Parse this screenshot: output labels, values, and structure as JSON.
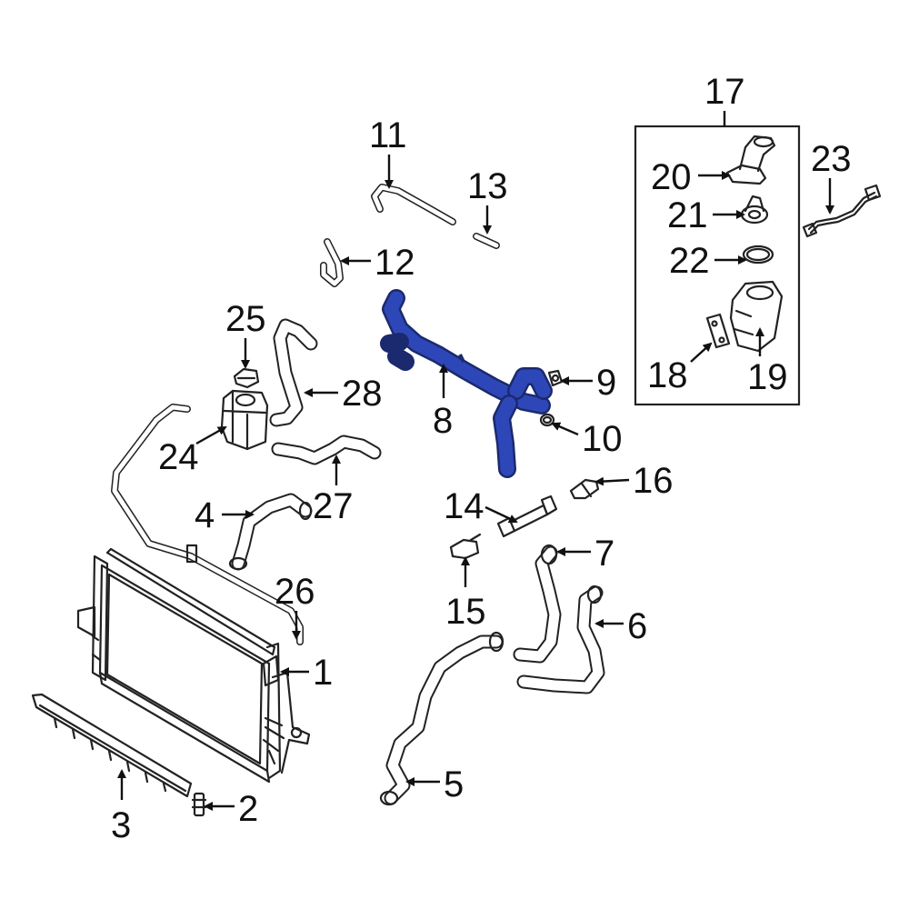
{
  "highlight_color": "#2e47b8",
  "callouts": {
    "c1": "1",
    "c2": "2",
    "c3": "3",
    "c4": "4",
    "c5": "5",
    "c6": "6",
    "c7": "7",
    "c8": "8",
    "c9": "9",
    "c10": "10",
    "c11": "11",
    "c12": "12",
    "c13": "13",
    "c14": "14",
    "c15": "15",
    "c16": "16",
    "c17": "17",
    "c18": "18",
    "c19": "19",
    "c20": "20",
    "c21": "21",
    "c22": "22",
    "c23": "23",
    "c24": "24",
    "c25": "25",
    "c26": "26",
    "c27": "27",
    "c28": "28"
  }
}
